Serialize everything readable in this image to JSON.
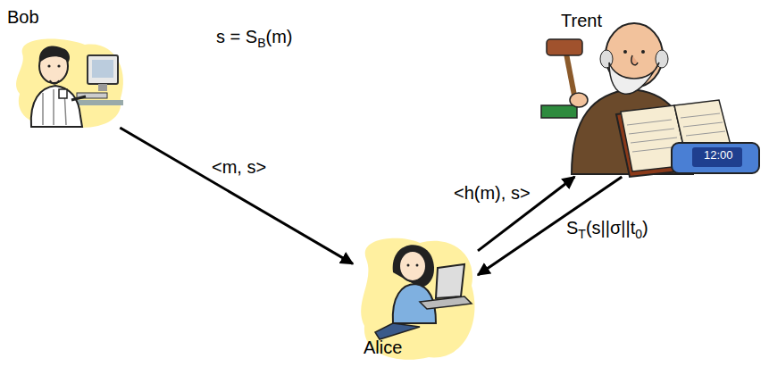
{
  "diagram": {
    "nodes": [
      {
        "text": [
          "Bob"
        ]
      },
      {
        "text": [
          "Trent"
        ]
      },
      {
        "text": [
          "Alice"
        ]
      }
    ],
    "edges": [
      {
        "from": 0,
        "to": 2,
        "label": "<m, s>",
        "arrow": "to"
      },
      {
        "from": 2,
        "to": 1,
        "label": "<h(m), s>",
        "arrow": "to"
      },
      {
        "from": 1,
        "to": 2,
        "label": "ST(s||σ||t0)",
        "arrow": "to"
      }
    ],
    "labels": [
      "s = SB(m)",
      "12:00"
    ]
  }
}
